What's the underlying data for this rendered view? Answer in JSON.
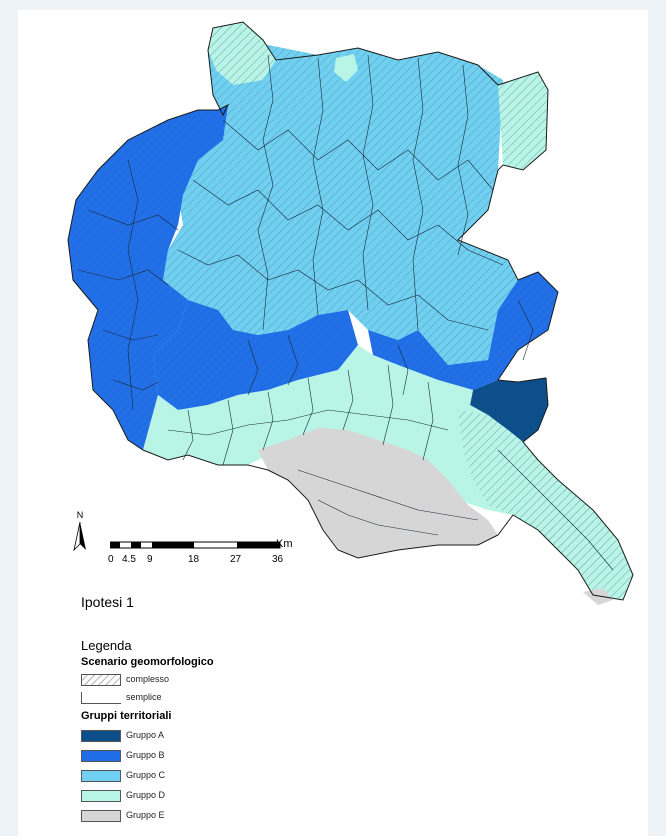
{
  "map": {
    "title": "Ipotesi 1",
    "colors": {
      "gruppo_a": "#0d4f8b",
      "gruppo_b": "#1f6ee8",
      "gruppo_c": "#6fd0f2",
      "gruppo_d": "#b8f5e6",
      "gruppo_e": "#d6d6d6",
      "hatch": "#6a8fa8"
    }
  },
  "scale": {
    "north_label": "N",
    "unit": "Km",
    "ticks": [
      "0",
      "4.5",
      "9",
      "18",
      "27",
      "36"
    ]
  },
  "legend": {
    "heading": "Legenda",
    "geomorph_heading": "Scenario geomorfologico",
    "geomorph_items": [
      "complesso",
      "semplice"
    ],
    "groups_heading": "Gruppi territoriali",
    "groups": [
      "Gruppo A",
      "Gruppo B",
      "Gruppo C",
      "Gruppo D",
      "Gruppo E"
    ]
  }
}
